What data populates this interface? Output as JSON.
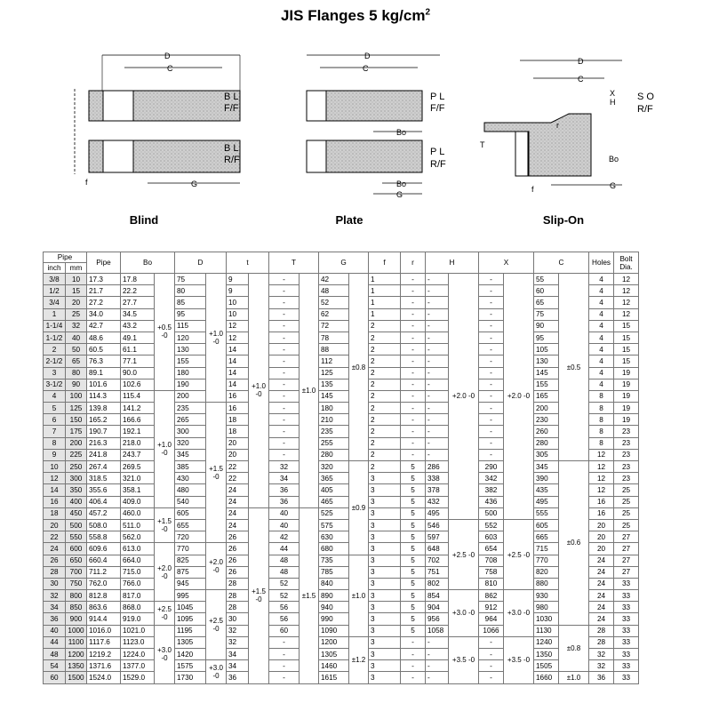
{
  "title": {
    "text": "JIS Flanges 5 kg/cm",
    "sup": "2"
  },
  "figures": [
    {
      "name": "Blind",
      "top_labels": [
        "B L",
        "F/F"
      ],
      "bottom_labels": [
        "B L",
        "R/F"
      ],
      "dims": [
        "D",
        "C",
        "f",
        "G"
      ]
    },
    {
      "name": "Plate",
      "top_labels": [
        "P L",
        "F/F"
      ],
      "bottom_labels": [
        "P L",
        "R/F"
      ],
      "dims": [
        "D",
        "C",
        "Bo",
        "Bo",
        "G"
      ]
    },
    {
      "name": "Slip-On",
      "top_labels": [
        "S O",
        "R/F"
      ],
      "bottom_labels": [],
      "dims": [
        "D",
        "C",
        "X",
        "H",
        "r",
        "T",
        "Bo",
        "f",
        "G"
      ]
    }
  ],
  "table": {
    "headers": {
      "pipe_group": "Pipe",
      "inch": "inch",
      "mm": "mm",
      "pipe": "Pipe",
      "bo": "Bo",
      "d": "D",
      "t": "t",
      "T": "T",
      "g": "G",
      "f": "f",
      "r": "r",
      "h": "H",
      "x": "X",
      "c": "C",
      "holes": "Holes",
      "bolt": "Bolt Dia."
    },
    "rows": [
      [
        "3/8",
        "10",
        "17.3",
        "17.8",
        "75",
        "9",
        "-",
        "42",
        "1",
        "-",
        "-",
        "-",
        "55",
        "4",
        "12"
      ],
      [
        "1/2",
        "15",
        "21.7",
        "22.2",
        "80",
        "9",
        "-",
        "48",
        "1",
        "-",
        "-",
        "-",
        "60",
        "4",
        "12"
      ],
      [
        "3/4",
        "20",
        "27.2",
        "27.7",
        "85",
        "10",
        "-",
        "52",
        "1",
        "-",
        "-",
        "-",
        "65",
        "4",
        "12"
      ],
      [
        "1",
        "25",
        "34.0",
        "34.5",
        "95",
        "10",
        "-",
        "62",
        "1",
        "-",
        "-",
        "-",
        "75",
        "4",
        "12"
      ],
      [
        "1-1/4",
        "32",
        "42.7",
        "43.2",
        "115",
        "12",
        "-",
        "72",
        "2",
        "-",
        "-",
        "-",
        "90",
        "4",
        "15"
      ],
      [
        "1-1/2",
        "40",
        "48.6",
        "49.1",
        "120",
        "12",
        "-",
        "78",
        "2",
        "-",
        "-",
        "-",
        "95",
        "4",
        "15"
      ],
      [
        "2",
        "50",
        "60.5",
        "61.1",
        "130",
        "14",
        "-",
        "88",
        "2",
        "-",
        "-",
        "-",
        "105",
        "4",
        "15"
      ],
      [
        "2-1/2",
        "65",
        "76.3",
        "77.1",
        "155",
        "14",
        "-",
        "112",
        "2",
        "-",
        "-",
        "-",
        "130",
        "4",
        "15"
      ],
      [
        "3",
        "80",
        "89.1",
        "90.0",
        "180",
        "14",
        "-",
        "125",
        "2",
        "-",
        "-",
        "-",
        "145",
        "4",
        "19"
      ],
      [
        "3-1/2",
        "90",
        "101.6",
        "102.6",
        "190",
        "14",
        "-",
        "135",
        "2",
        "-",
        "-",
        "-",
        "155",
        "4",
        "19"
      ],
      [
        "4",
        "100",
        "114.3",
        "115.4",
        "200",
        "16",
        "-",
        "145",
        "2",
        "-",
        "-",
        "-",
        "165",
        "8",
        "19"
      ],
      [
        "5",
        "125",
        "139.8",
        "141.2",
        "235",
        "16",
        "-",
        "180",
        "2",
        "-",
        "-",
        "-",
        "200",
        "8",
        "19"
      ],
      [
        "6",
        "150",
        "165.2",
        "166.6",
        "265",
        "18",
        "-",
        "210",
        "2",
        "-",
        "-",
        "-",
        "230",
        "8",
        "19"
      ],
      [
        "7",
        "175",
        "190.7",
        "192.1",
        "300",
        "18",
        "-",
        "235",
        "2",
        "-",
        "-",
        "-",
        "260",
        "8",
        "23"
      ],
      [
        "8",
        "200",
        "216.3",
        "218.0",
        "320",
        "20",
        "-",
        "255",
        "2",
        "-",
        "-",
        "-",
        "280",
        "8",
        "23"
      ],
      [
        "9",
        "225",
        "241.8",
        "243.7",
        "345",
        "20",
        "-",
        "280",
        "2",
        "-",
        "-",
        "-",
        "305",
        "12",
        "23"
      ],
      [
        "10",
        "250",
        "267.4",
        "269.5",
        "385",
        "22",
        "32",
        "320",
        "2",
        "5",
        "286",
        "290",
        "345",
        "12",
        "23"
      ],
      [
        "12",
        "300",
        "318.5",
        "321.0",
        "430",
        "22",
        "34",
        "365",
        "3",
        "5",
        "338",
        "342",
        "390",
        "12",
        "23"
      ],
      [
        "14",
        "350",
        "355.6",
        "358.1",
        "480",
        "24",
        "36",
        "405",
        "3",
        "5",
        "378",
        "382",
        "435",
        "12",
        "25"
      ],
      [
        "16",
        "400",
        "406.4",
        "409.0",
        "540",
        "24",
        "36",
        "465",
        "3",
        "5",
        "432",
        "436",
        "495",
        "16",
        "25"
      ],
      [
        "18",
        "450",
        "457.2",
        "460.0",
        "605",
        "24",
        "40",
        "525",
        "3",
        "5",
        "495",
        "500",
        "555",
        "16",
        "25"
      ],
      [
        "20",
        "500",
        "508.0",
        "511.0",
        "655",
        "24",
        "40",
        "575",
        "3",
        "5",
        "546",
        "552",
        "605",
        "20",
        "25"
      ],
      [
        "22",
        "550",
        "558.8",
        "562.0",
        "720",
        "26",
        "42",
        "630",
        "3",
        "5",
        "597",
        "603",
        "665",
        "20",
        "27"
      ],
      [
        "24",
        "600",
        "609.6",
        "613.0",
        "770",
        "26",
        "44",
        "680",
        "3",
        "5",
        "648",
        "654",
        "715",
        "20",
        "27"
      ],
      [
        "26",
        "650",
        "660.4",
        "664.0",
        "825",
        "26",
        "48",
        "735",
        "3",
        "5",
        "702",
        "708",
        "770",
        "24",
        "27"
      ],
      [
        "28",
        "700",
        "711.2",
        "715.0",
        "875",
        "26",
        "48",
        "785",
        "3",
        "5",
        "751",
        "758",
        "820",
        "24",
        "27"
      ],
      [
        "30",
        "750",
        "762.0",
        "766.0",
        "945",
        "28",
        "52",
        "840",
        "3",
        "5",
        "802",
        "810",
        "880",
        "24",
        "33"
      ],
      [
        "32",
        "800",
        "812.8",
        "817.0",
        "995",
        "28",
        "52",
        "890",
        "3",
        "5",
        "854",
        "862",
        "930",
        "24",
        "33"
      ],
      [
        "34",
        "850",
        "863.6",
        "868.0",
        "1045",
        "28",
        "56",
        "940",
        "3",
        "5",
        "904",
        "912",
        "980",
        "24",
        "33"
      ],
      [
        "36",
        "900",
        "914.4",
        "919.0",
        "1095",
        "30",
        "56",
        "990",
        "3",
        "5",
        "956",
        "964",
        "1030",
        "24",
        "33"
      ],
      [
        "40",
        "1000",
        "1016.0",
        "1021.0",
        "1195",
        "32",
        "60",
        "1090",
        "3",
        "5",
        "1058",
        "1066",
        "1130",
        "28",
        "33"
      ],
      [
        "44",
        "1100",
        "1117.6",
        "1123.0",
        "1305",
        "32",
        "-",
        "1200",
        "3",
        "-",
        "-",
        "-",
        "1240",
        "28",
        "33"
      ],
      [
        "48",
        "1200",
        "1219.2",
        "1224.0",
        "1420",
        "34",
        "-",
        "1305",
        "3",
        "-",
        "-",
        "-",
        "1350",
        "32",
        "33"
      ],
      [
        "54",
        "1350",
        "1371.6",
        "1377.0",
        "1575",
        "34",
        "-",
        "1460",
        "3",
        "-",
        "-",
        "-",
        "1505",
        "32",
        "33"
      ],
      [
        "60",
        "1500",
        "1524.0",
        "1529.0",
        "1730",
        "36",
        "-",
        "1615",
        "3",
        "-",
        "-",
        "-",
        "1660",
        "36",
        "33"
      ]
    ],
    "tolerances": {
      "bo": [
        {
          "start": 0,
          "span": 10,
          "text": "+0.5 -0"
        },
        {
          "start": 10,
          "span": 10,
          "text": "+1.0 -0"
        },
        {
          "start": 20,
          "span": 3,
          "text": "+1.5 -0"
        },
        {
          "start": 23,
          "span": 5,
          "text": "+2.0 -0"
        },
        {
          "start": 28,
          "span": 2,
          "text": "+2.5 -0"
        },
        {
          "start": 30,
          "span": 5,
          "text": "+3.0 -0"
        }
      ],
      "d": [
        {
          "start": 0,
          "span": 11,
          "text": "+1.0 -0"
        },
        {
          "start": 11,
          "span": 12,
          "text": "+1.5 -0"
        },
        {
          "start": 23,
          "span": 4,
          "text": "+2.0 -0"
        },
        {
          "start": 27,
          "span": 6,
          "text": "+2.5 -0"
        },
        {
          "start": 33,
          "span": 2,
          "text": "+3.0 -0"
        }
      ],
      "t": [
        {
          "start": 0,
          "span": 20,
          "text": "+1.0 -0"
        },
        {
          "start": 20,
          "span": 15,
          "text": "+1.5 -0"
        }
      ],
      "T": [
        {
          "start": 0,
          "span": 20,
          "text": "±1.0"
        },
        {
          "start": 20,
          "span": 15,
          "text": "±1.5"
        }
      ],
      "g": [
        {
          "start": 0,
          "span": 16,
          "text": "±0.8"
        },
        {
          "start": 16,
          "span": 8,
          "text": "±0.9"
        },
        {
          "start": 24,
          "span": 7,
          "text": "±1.0"
        },
        {
          "start": 31,
          "span": 4,
          "text": "±1.2"
        }
      ],
      "h": [
        {
          "start": 0,
          "span": 21,
          "text": "+2.0 -0"
        },
        {
          "start": 21,
          "span": 6,
          "text": "+2.5 -0"
        },
        {
          "start": 27,
          "span": 4,
          "text": "+3.0 -0"
        },
        {
          "start": 31,
          "span": 4,
          "text": "+3.5 -0"
        }
      ],
      "x": [
        {
          "start": 0,
          "span": 21,
          "text": "+2.0 -0"
        },
        {
          "start": 21,
          "span": 6,
          "text": "+2.5 -0"
        },
        {
          "start": 27,
          "span": 4,
          "text": "+3.0 -0"
        },
        {
          "start": 31,
          "span": 4,
          "text": "+3.5 -0"
        }
      ],
      "c": [
        {
          "start": 0,
          "span": 16,
          "text": "±0.5"
        },
        {
          "start": 16,
          "span": 14,
          "text": "±0.6"
        },
        {
          "start": 30,
          "span": 4,
          "text": "±0.8"
        },
        {
          "start": 34,
          "span": 1,
          "text": "±1.0"
        }
      ]
    }
  }
}
